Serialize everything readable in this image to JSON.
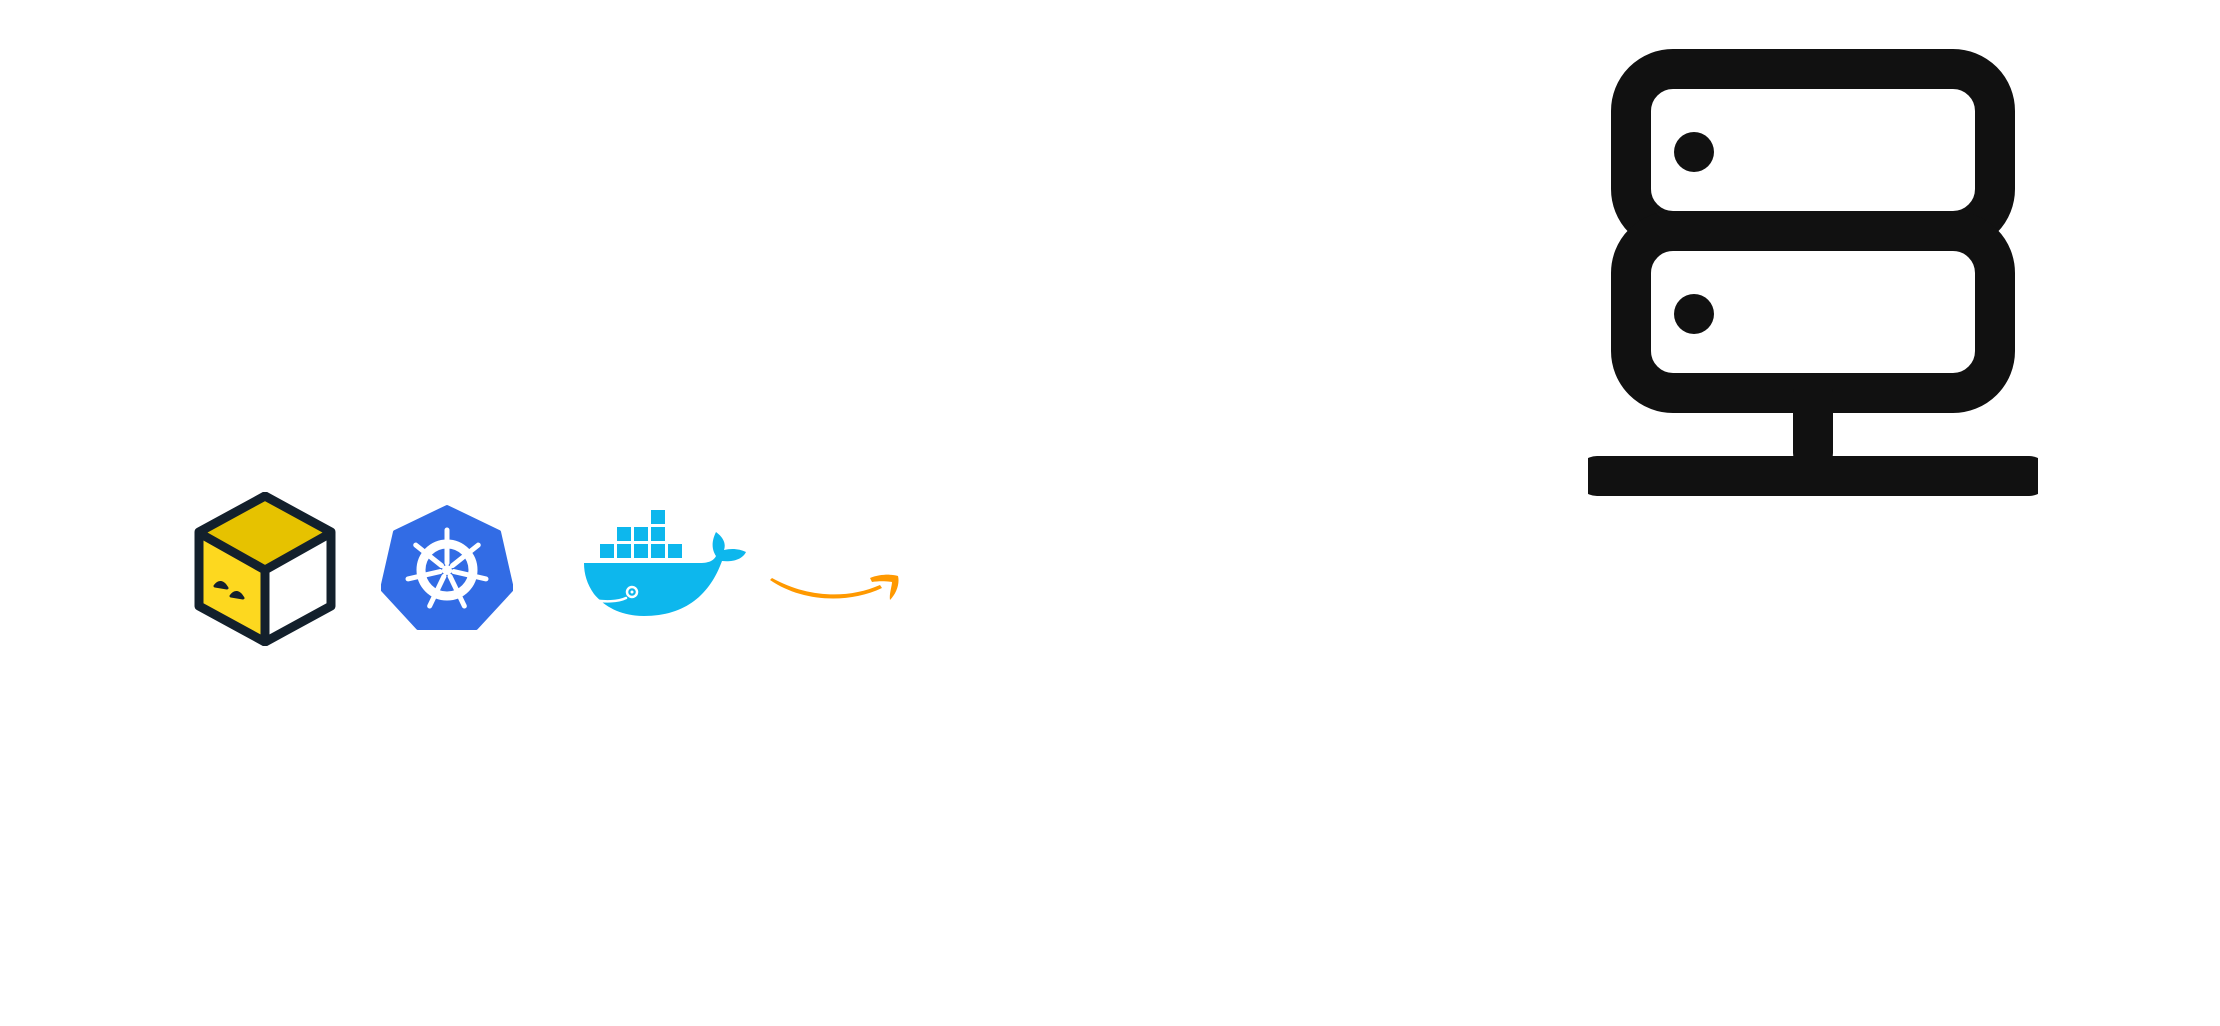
{
  "icons": [
    {
      "id": "cube",
      "semantic": "yellow-cube-logo-icon",
      "colors": {
        "outline": "#13202c",
        "top": "#e6c200",
        "left": "#fdd81f",
        "right": "#ffffff"
      }
    },
    {
      "id": "kubernetes",
      "semantic": "kubernetes-helm-icon",
      "colors": {
        "fill": "#326ce5",
        "wheel": "#ffffff"
      }
    },
    {
      "id": "docker",
      "semantic": "docker-whale-icon",
      "colors": {
        "fill": "#0db7ed"
      }
    },
    {
      "id": "amazon",
      "semantic": "amazon-smile-arrow-icon",
      "colors": {
        "fill": "#ff9900"
      }
    },
    {
      "id": "server",
      "semantic": "server-network-icon",
      "colors": {
        "stroke": "#111111"
      }
    }
  ]
}
